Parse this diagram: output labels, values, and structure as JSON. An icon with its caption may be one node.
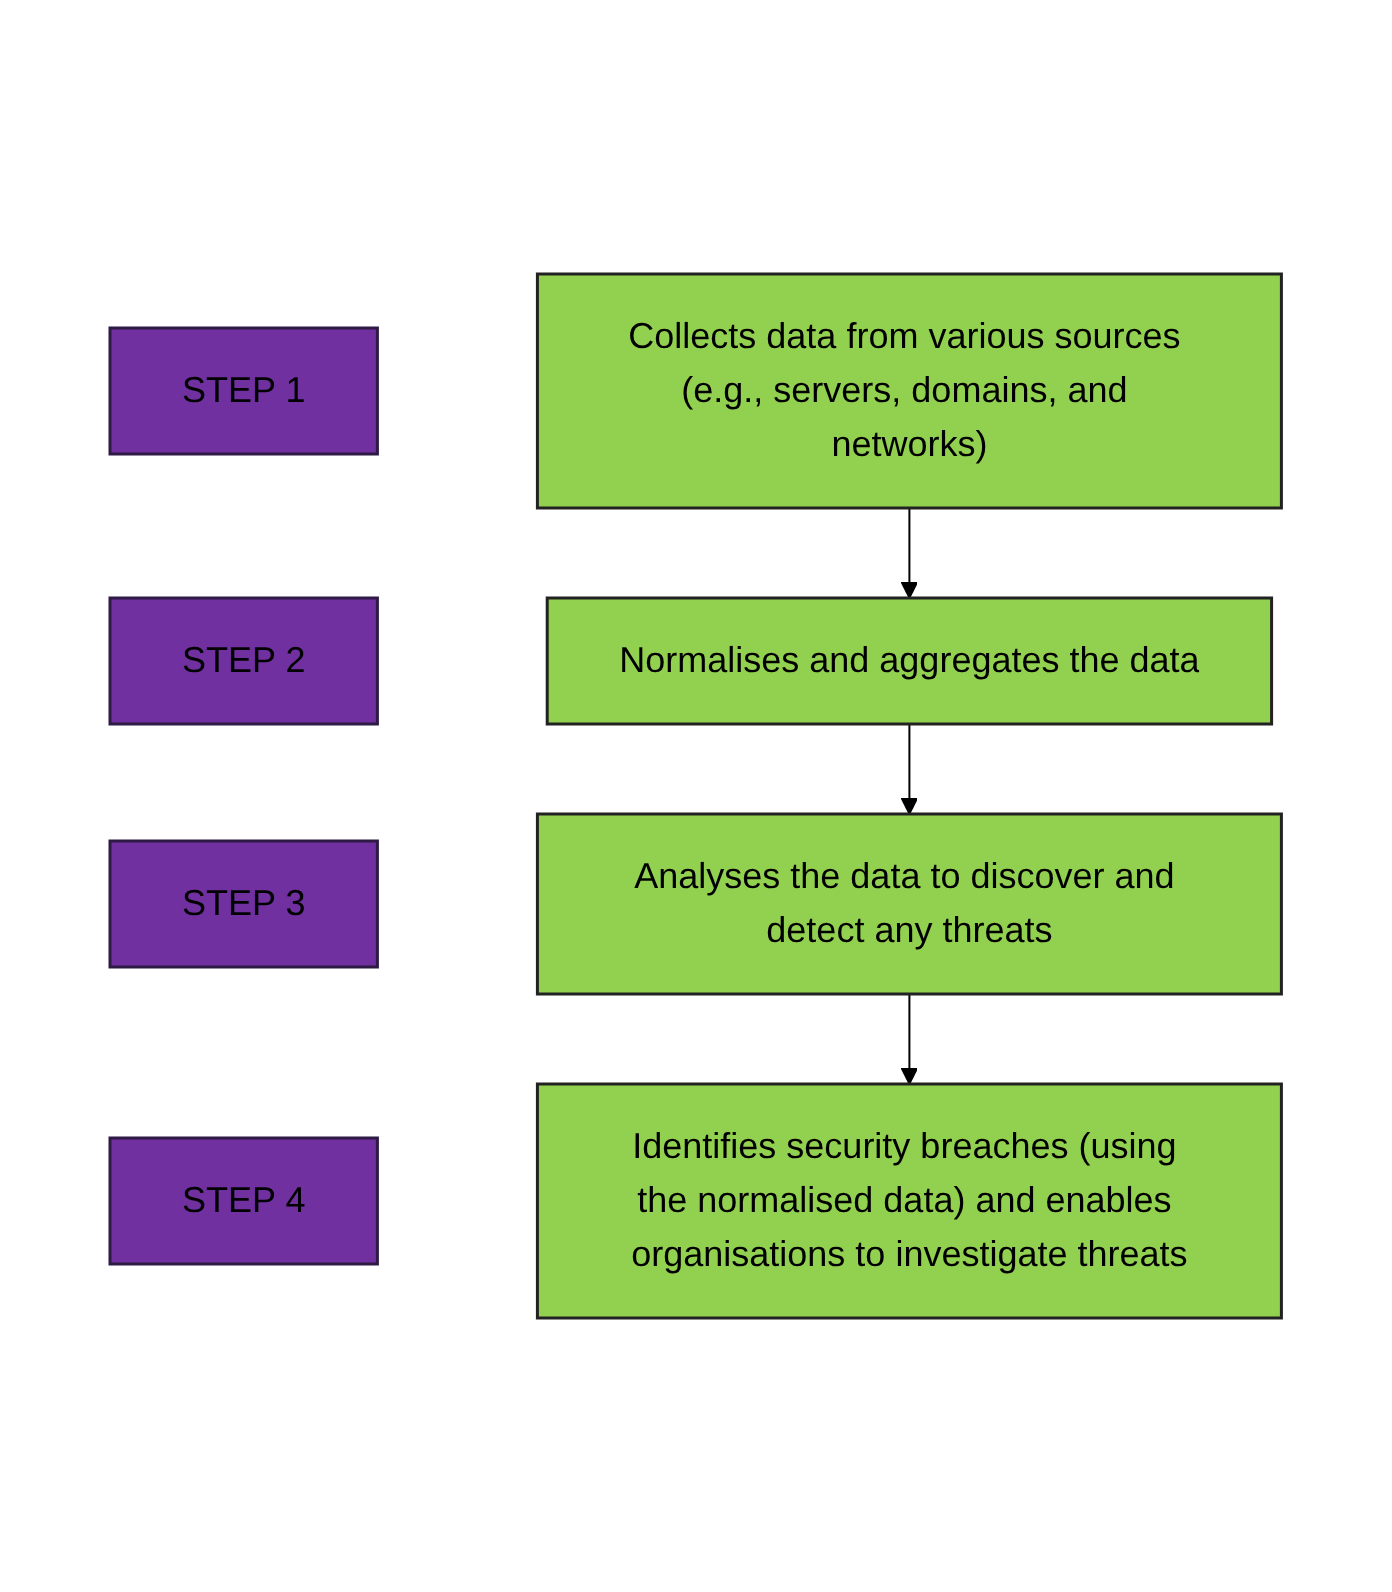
{
  "diagram": {
    "nodes": [
      {
        "text": [
          "STEP 1"
        ]
      },
      {
        "text": [
          "Collects data from various sources (e.g., servers, domains, and networks)"
        ]
      },
      {
        "text": [
          "STEP 2"
        ]
      },
      {
        "text": [
          "Normalises and aggregates the data"
        ]
      },
      {
        "text": [
          "STEP 3"
        ]
      },
      {
        "text": [
          "Analyses the data to discover and detect any threats"
        ]
      },
      {
        "text": [
          "STEP 4"
        ]
      },
      {
        "text": [
          "Identifies security breaches (using the normalised data) and enables organisations to investigate threats"
        ]
      }
    ],
    "edges": [
      {
        "from": 1,
        "to": 3,
        "arrow": "to"
      },
      {
        "from": 3,
        "to": 5,
        "arrow": "to"
      },
      {
        "from": 5,
        "to": 7,
        "arrow": "to"
      }
    ]
  }
}
